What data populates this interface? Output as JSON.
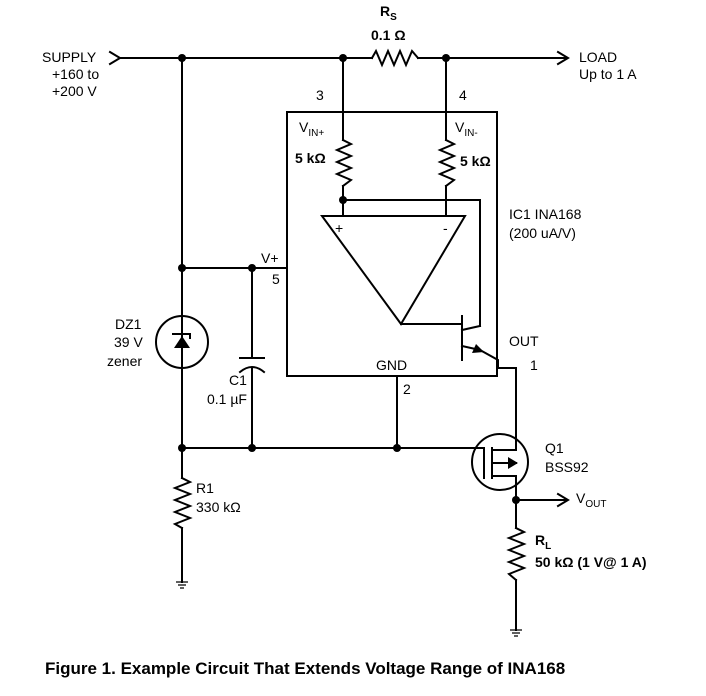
{
  "labels": {
    "rs_name": "R",
    "rs_sub": "S",
    "rs_value": "0.1 Ω",
    "supply": "SUPPLY",
    "supply_range1": "+160 to",
    "supply_range2": "+200 V",
    "load": "LOAD",
    "load_range": "Up to 1 A",
    "pin3": "3",
    "pin4": "4",
    "vin_plus_v": "V",
    "vin_plus_sub": "IN+",
    "vin_minus_v": "V",
    "vin_minus_sub": "IN-",
    "r_in_plus": "5 kΩ",
    "r_in_minus": "5 kΩ",
    "ic_name": "IC1 INA168",
    "ic_gain": "(200 uA/V)",
    "opamp_plus": "+",
    "opamp_minus": "-",
    "vplus": "V+",
    "pin5": "5",
    "out": "OUT",
    "pin1": "1",
    "gnd": "GND",
    "pin2": "2",
    "dz1_name": "DZ1",
    "dz1_value": "39 V",
    "dz1_type": "zener",
    "c1_name": "C1",
    "c1_value": "0.1 µF",
    "q1_name": "Q1",
    "q1_part": "BSS92",
    "vout_v": "V",
    "vout_sub": "OUT",
    "r1_name": "R1",
    "r1_value": "330 kΩ",
    "rl_name": "R",
    "rl_sub": "L",
    "rl_value": "50 kΩ (1 V@ 1 A)",
    "caption": "Figure 1. Example Circuit That Extends Voltage Range of INA168"
  }
}
